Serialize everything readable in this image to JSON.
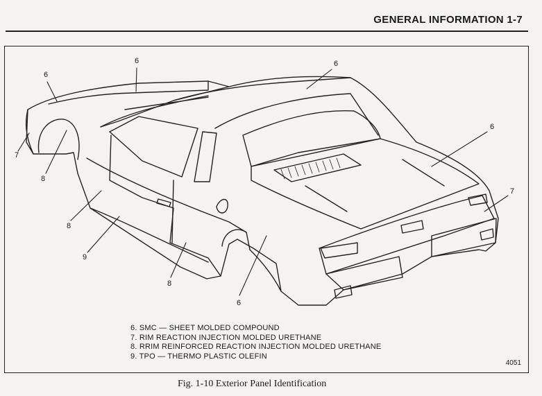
{
  "header": {
    "title": "GENERAL INFORMATION 1-7"
  },
  "callouts": {
    "c6_top": "6",
    "c6_roof": "6",
    "c6_hood": "6",
    "c6_deck": "6",
    "c6_quarter": "6",
    "c7_front": "7",
    "c7_rear": "7",
    "c8_fender": "8",
    "c8_door": "8",
    "c8_lower": "8",
    "c9_rocker": "9"
  },
  "legend": {
    "items": [
      "6. SMC — SHEET MOLDED COMPOUND",
      "7. RIM REACTION INJECTION MOLDED URETHANE",
      "8. RRIM REINFORCED REACTION INJECTION MOLDED URETHANE",
      "9. TPO — THERMO PLASTIC OLEFIN"
    ]
  },
  "figure_number": "4051",
  "caption": "Fig. 1-10 Exterior Panel Identification"
}
